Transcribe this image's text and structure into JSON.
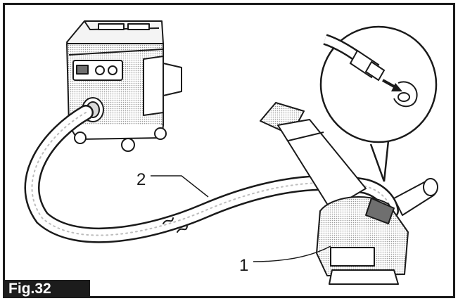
{
  "figure": {
    "label": "Fig.32",
    "callouts": [
      {
        "number": "1",
        "target": "dust-extraction-guard"
      },
      {
        "number": "2",
        "target": "vacuum-hose"
      }
    ],
    "arrow_direction": "hose-into-guard-port"
  },
  "colors": {
    "line": "#1a1a1a",
    "shade": "#9a9a9a",
    "label_bg": "#1c1c1c",
    "label_text": "#ffffff"
  }
}
